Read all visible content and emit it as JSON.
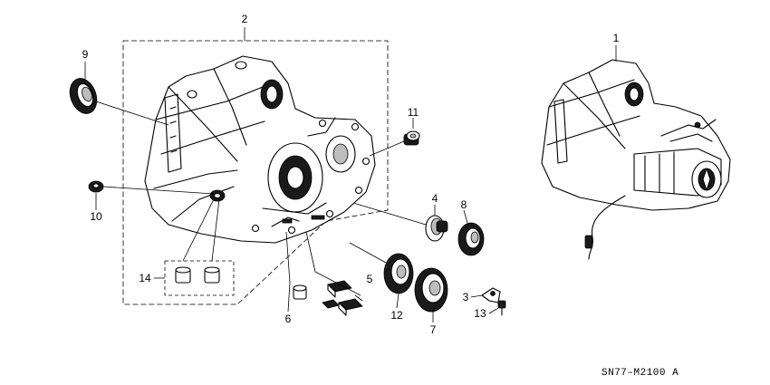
{
  "callouts": {
    "c1": "1",
    "c2": "2",
    "c3": "3",
    "c4": "4",
    "c5": "5",
    "c6": "6",
    "c7": "7",
    "c8": "8",
    "c9": "9",
    "c10": "10",
    "c11": "11",
    "c12": "12",
    "c13": "13",
    "c14": "14"
  },
  "diagram_code": "SN77–M2100 A"
}
